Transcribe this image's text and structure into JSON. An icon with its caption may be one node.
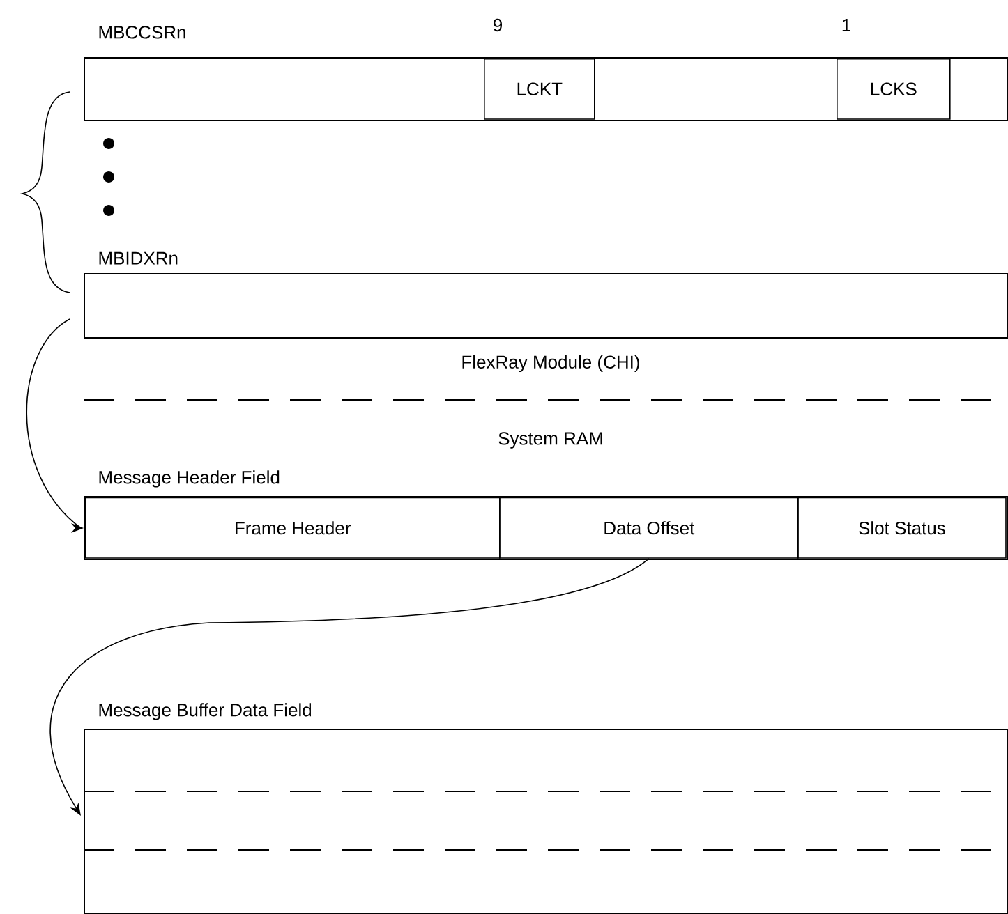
{
  "diagram": {
    "nodes": [
      {
        "text": [
          "MBCCSRn"
        ]
      },
      {
        "text": [
          "LCKT"
        ],
        "in": 0
      },
      {
        "text": [
          "LCKS"
        ],
        "in": 0
      },
      {
        "text": [
          "MBIDXRn"
        ]
      },
      {
        "text": [
          "Message Header Field"
        ]
      },
      {
        "text": [
          "Frame Header"
        ],
        "in": 4
      },
      {
        "text": [
          "Data Offset"
        ],
        "in": 4
      },
      {
        "text": [
          "Slot Status"
        ],
        "in": 4
      },
      {
        "text": [
          "Message Buffer Data Field"
        ]
      }
    ],
    "edges": [
      {
        "from": 3,
        "to": 4,
        "arrow": "to"
      },
      {
        "from": 6,
        "to": 8,
        "arrow": "to"
      }
    ],
    "labels": [
      "9",
      "1",
      "FlexRay Module (CHI)",
      "System RAM"
    ]
  }
}
